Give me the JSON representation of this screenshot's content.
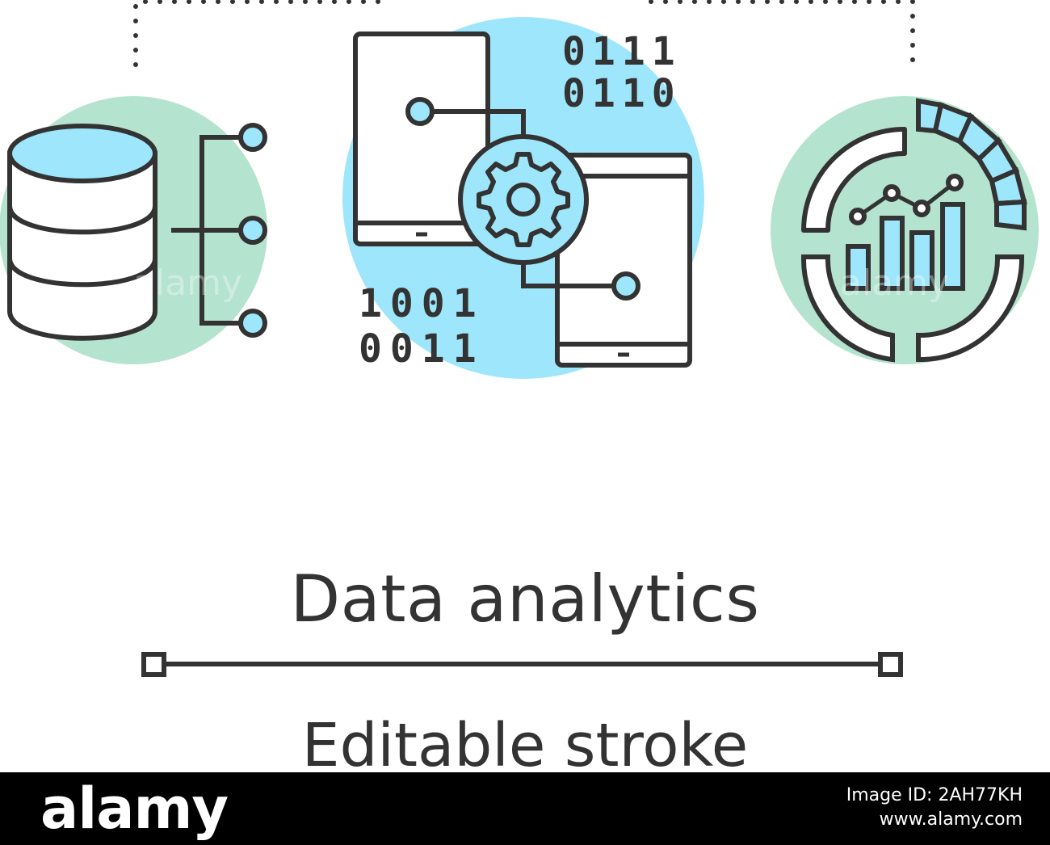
{
  "illustration": {
    "binary_top": [
      "0111",
      "0110"
    ],
    "binary_bottom": [
      "1001",
      "0011"
    ],
    "watermark": "alamy",
    "colors": {
      "stroke": "#333333",
      "accent_blue": "#9ee6fb",
      "circle_blue": "#9ee6fb",
      "circle_green": "#b4e3cf"
    },
    "icons": [
      "database-icon",
      "network-branch-icon",
      "tablet-icon",
      "gear-icon",
      "binary-code-icon",
      "analytics-chart-icon"
    ]
  },
  "caption": {
    "title": "Data analytics",
    "subtitle": "Editable stroke"
  },
  "footer": {
    "brand": "alamy",
    "image_id_line": "Image ID: 2AH77KH",
    "site": "www.alamy.com"
  }
}
